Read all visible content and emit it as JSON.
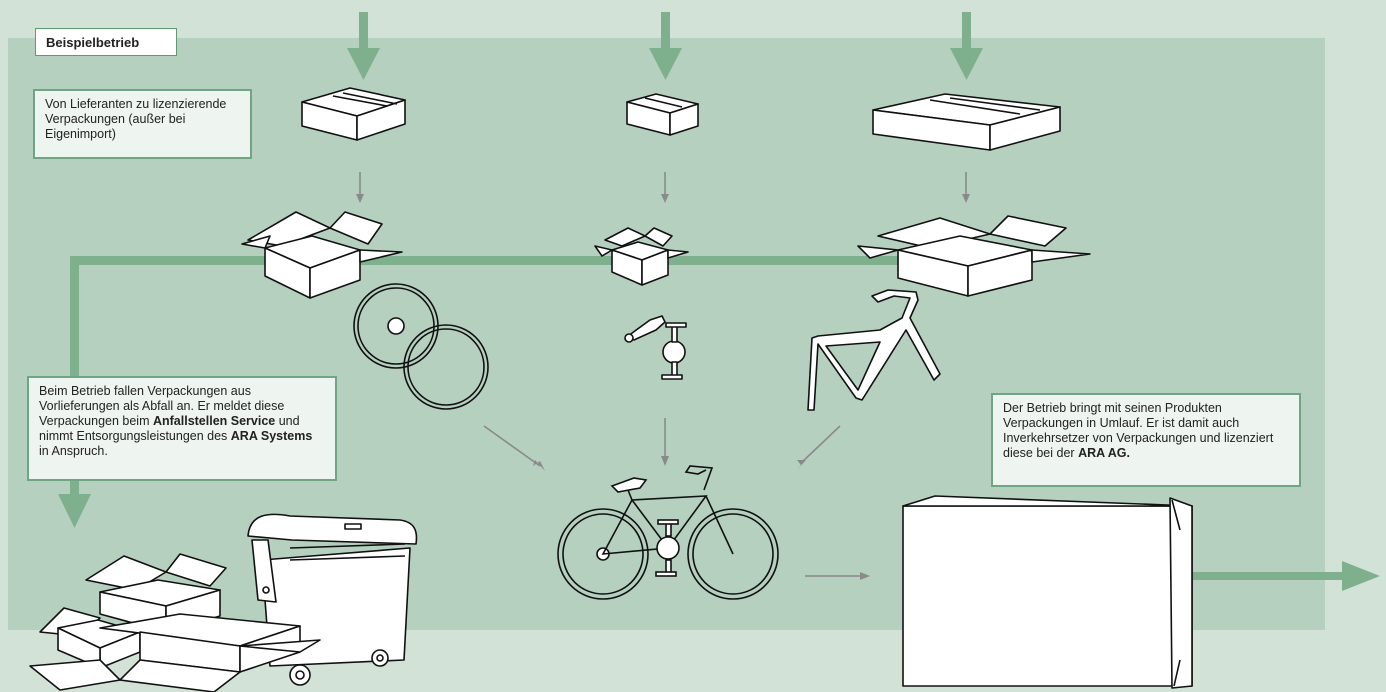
{
  "header": {
    "label": "Beispielbetrieb"
  },
  "notes": {
    "suppliers": "Von Lieferanten zu lizenzierende Verpackungen (außer bei Eigenimport)",
    "waste": {
      "t1": "Beim Betrieb fallen Verpackungen aus Vorlieferungen als Abfall an. Er meldet diese Verpackungen beim ",
      "b1": "Anfallstellen Service",
      "t2": " und nimmt Entsorgungsleistungen des ",
      "b2": "ARA Systems",
      "t3": " in Anspruch."
    },
    "distributor": {
      "t1": "Der Betrieb bringt mit seinen Produkten Verpackungen in Umlauf. Er ist damit auch Inverkehrsetzer von Verpackungen und lizenziert diese bei der ",
      "b1": "ARA AG."
    }
  },
  "colors": {
    "background": "#d2e2d6",
    "panel": "#b5d0bf",
    "flow_arrow": "#7fb08e",
    "small_arrow": "#8a8a8a",
    "note_border": "#6fa582"
  },
  "icons": [
    "closed-box-icon",
    "open-box-icon",
    "wheels-icon",
    "saddle-pedal-icon",
    "bike-frame-icon",
    "bicycle-icon",
    "waste-container-icon",
    "waste-boxes-icon",
    "product-package-icon"
  ]
}
